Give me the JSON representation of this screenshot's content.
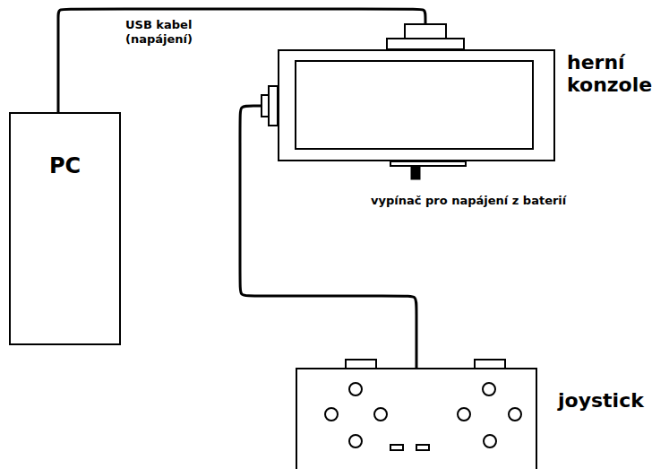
{
  "diagram": {
    "nodes": [
      {
        "text": [
          "PC"
        ]
      },
      {
        "text": [
          "herní konzole"
        ]
      },
      {
        "text": [
          "joystick"
        ]
      }
    ],
    "edges": [
      {
        "from": 0,
        "to": 1,
        "arrow": "none",
        "label": "USB kabel (napájení)"
      },
      {
        "from": 1,
        "to": 2,
        "arrow": "none"
      }
    ],
    "labels": [
      "vypínač pro napájení z baterií"
    ]
  }
}
